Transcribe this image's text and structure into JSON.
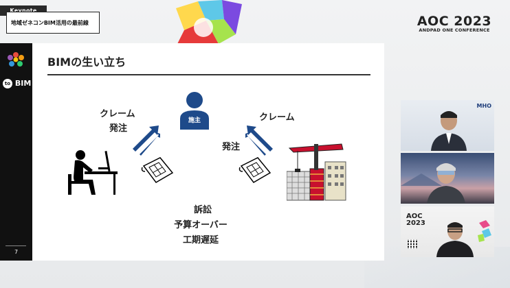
{
  "header": {
    "keynote_label": "Keynote",
    "session_title": "地域ゼネコンBIM活用の最前線",
    "event_logo_main": "AOC 2023",
    "event_logo_sub": "ANDPAD ONE CONFERENCE"
  },
  "sidebar": {
    "brand_circle": "to",
    "brand_text": "BIM",
    "page_number": "7"
  },
  "slide": {
    "title": "BIMの生い立ち",
    "owner_label": "施主",
    "left_claim": "クレーム",
    "left_order": "発注",
    "right_claim": "クレーム",
    "right_order": "発注",
    "issues": [
      "訴訟",
      "予算オーバー",
      "工期遅延"
    ]
  },
  "videos": {
    "panel1_logo": "MHO",
    "panel3_logo_line1": "AOC",
    "panel3_logo_line2": "2023"
  },
  "colors": {
    "accent_blue": "#1e4a8a",
    "crane_red": "#c8102e",
    "sidebar_bg": "#111111"
  }
}
